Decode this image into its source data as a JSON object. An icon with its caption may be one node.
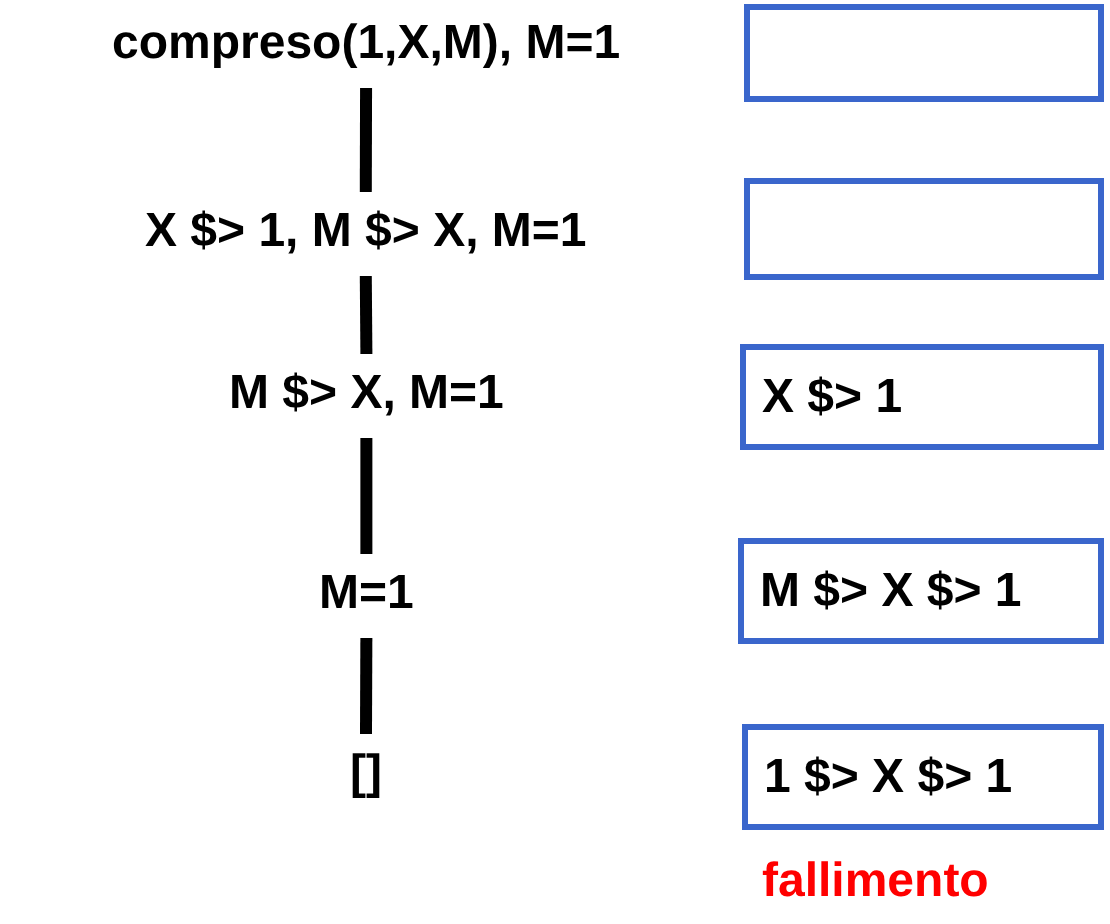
{
  "diagram": {
    "nodes": [
      {
        "text": [
          "compreso(1,X,M), M=1"
        ]
      },
      {
        "text": [
          "X $> 1, M $> X, M=1"
        ]
      },
      {
        "text": [
          "M $> X, M=1"
        ]
      },
      {
        "text": [
          "M=1"
        ]
      },
      {
        "text": [
          "[]"
        ]
      },
      {
        "text": [],
        "shape": "box"
      },
      {
        "text": [],
        "shape": "box"
      },
      {
        "text": [
          "X $> 1"
        ]
      },
      {
        "text": [
          "M $> X $> 1"
        ]
      },
      {
        "text": [
          "1 $> X $> 1"
        ],
        "beside": [
          "fallimento"
        ]
      }
    ],
    "edges": [
      {
        "from": 0,
        "to": 1,
        "arrow": "none"
      },
      {
        "from": 1,
        "to": 2,
        "arrow": "none"
      },
      {
        "from": 2,
        "to": 3,
        "arrow": "none"
      },
      {
        "from": 3,
        "to": 4,
        "arrow": "none"
      }
    ]
  }
}
